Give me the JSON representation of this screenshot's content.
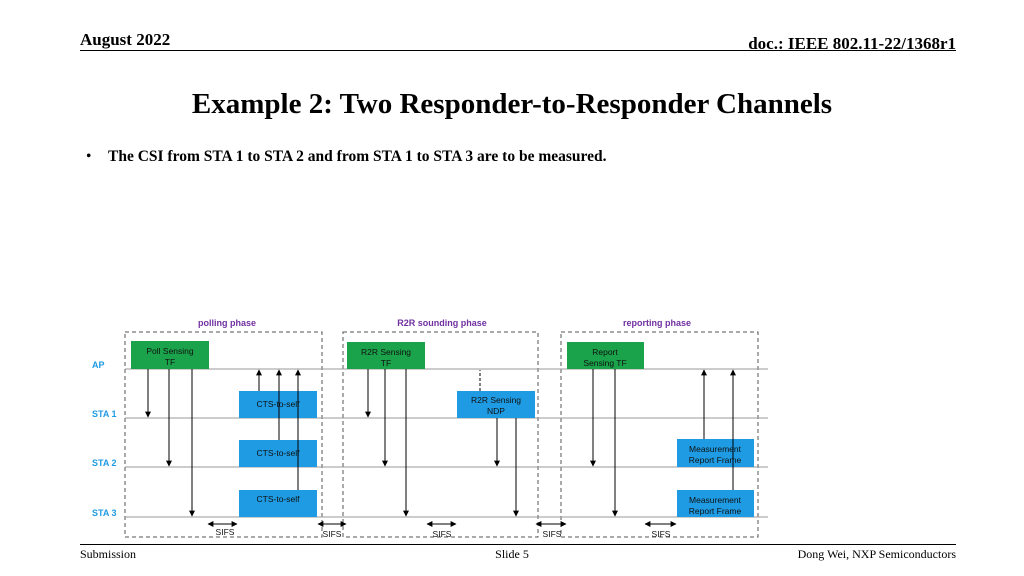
{
  "header": {
    "date": "August 2022",
    "doc_id": "doc.: IEEE 802.11-22/1368r1"
  },
  "title": "Example 2: Two Responder-to-Responder Channels",
  "bullet": {
    "marker": "•",
    "text": "The CSI from STA 1 to STA 2 and from STA 1 to STA 3 are to be measured."
  },
  "diagram": {
    "phases": {
      "polling": "polling phase",
      "sounding": "R2R sounding phase",
      "reporting": "reporting phase"
    },
    "stations": {
      "ap": "AP",
      "sta1": "STA 1",
      "sta2": "STA 2",
      "sta3": "STA 3"
    },
    "frames": {
      "poll_line1": "Poll Sensing",
      "poll_line2": "TF",
      "cts": "CTS-to-self",
      "r2r_tf_line1": "R2R Sensing",
      "r2r_tf_line2": "TF",
      "ndp_line1": "R2R Sensing",
      "ndp_line2": "NDP",
      "report_tf_line1": "Report",
      "report_tf_line2": "Sensing TF",
      "meas_line1": "Measurement",
      "meas_line2": "Report Frame"
    },
    "sifs": "SIFS",
    "colors": {
      "ap_frame": "#1aa34a",
      "sta_frame": "#1e9be3",
      "phase_label": "#7030a0",
      "station_label": "#1e9be3"
    }
  },
  "footer": {
    "left": "Submission",
    "center": "Slide 5",
    "right": "Dong Wei, NXP Semiconductors"
  }
}
